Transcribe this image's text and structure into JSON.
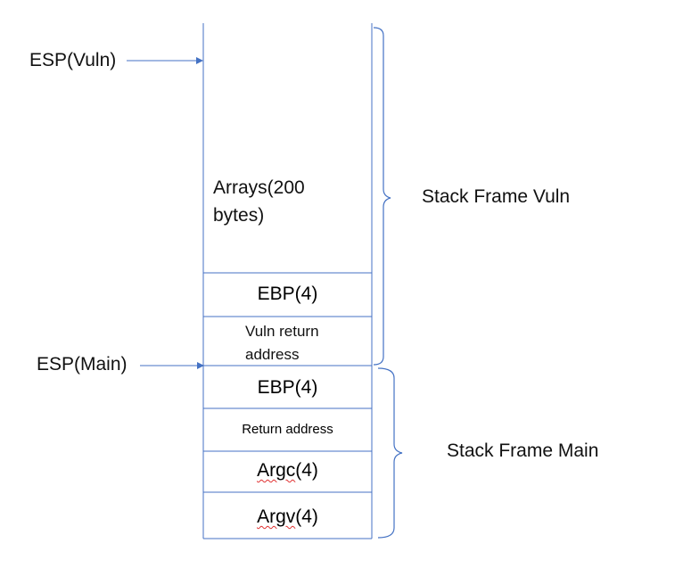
{
  "pointers": {
    "esp_vuln": "ESP(Vuln)",
    "esp_main": "ESP(Main)"
  },
  "stack": {
    "arrays_line1": "Arrays(200",
    "arrays_line2": "bytes)",
    "ebp_vuln": "EBP(4)",
    "vuln_return_line1": "Vuln return",
    "vuln_return_line2": "address",
    "ebp_main": "EBP(4)",
    "main_return": "Return address",
    "argc_prefix": "Argc",
    "argc_suffix": "(4)",
    "argv_prefix": "Argv",
    "argv_suffix": "(4)"
  },
  "frames": {
    "vuln": "Stack Frame Vuln",
    "main": "Stack Frame Main"
  },
  "colors": {
    "line": "#4472c4",
    "text": "#111111",
    "spellcheck": "#e03030"
  }
}
